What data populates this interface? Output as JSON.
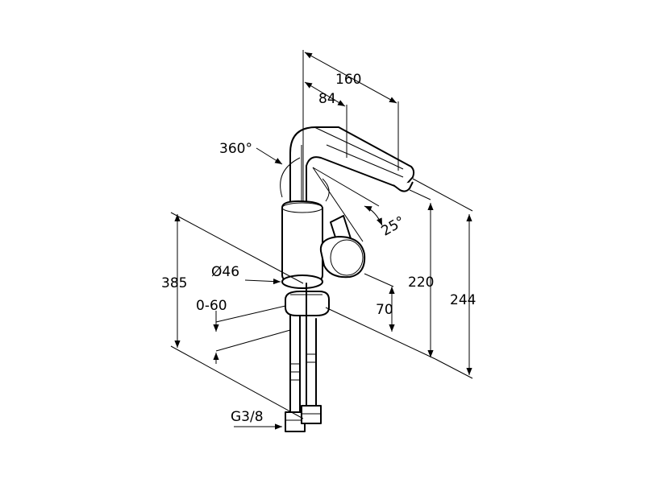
{
  "drawing": {
    "labels": {
      "width_total": "160",
      "width_spout": "84",
      "swivel": "360°",
      "lever_angle": "25°",
      "body_diameter": "Ø46",
      "total_height": "385",
      "counter_thickness": "0-60",
      "spout_height": "220",
      "overall_height": "244",
      "lever_offset": "70",
      "connection": "G3/8"
    }
  }
}
